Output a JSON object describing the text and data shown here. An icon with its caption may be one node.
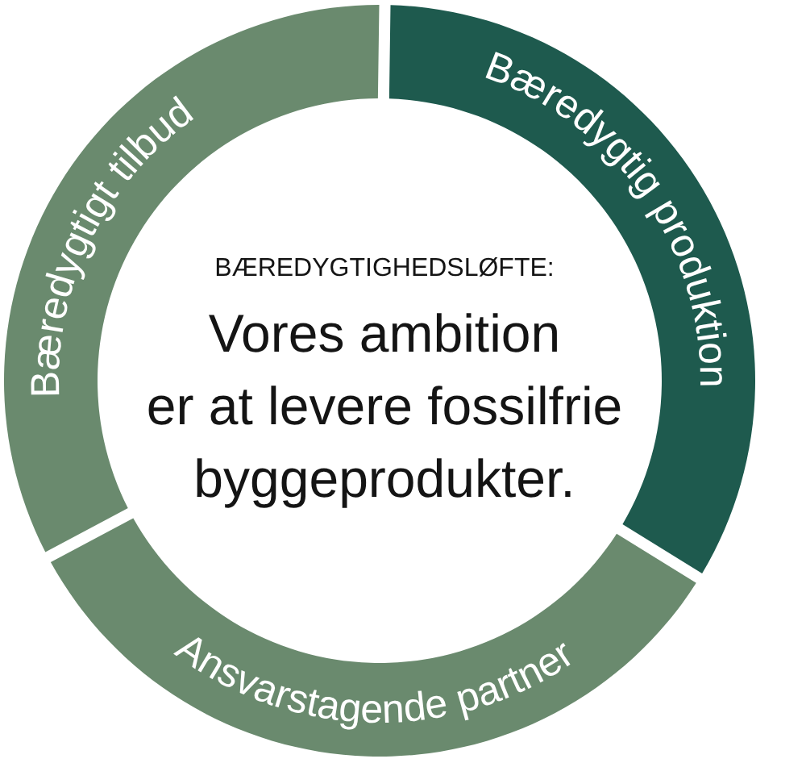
{
  "diagram": {
    "title": "BÆREDYGTIGHEDSLØFTE:",
    "nodes": [
      {
        "text": [
          "Bæredygtigt tilbud"
        ]
      },
      {
        "text": [
          "Bæredygtig produktion"
        ]
      },
      {
        "text": [
          "Ansvarstagende partner"
        ]
      }
    ],
    "labels": [
      "Vores ambition er at levere fossilfrie byggeprodukter."
    ]
  }
}
